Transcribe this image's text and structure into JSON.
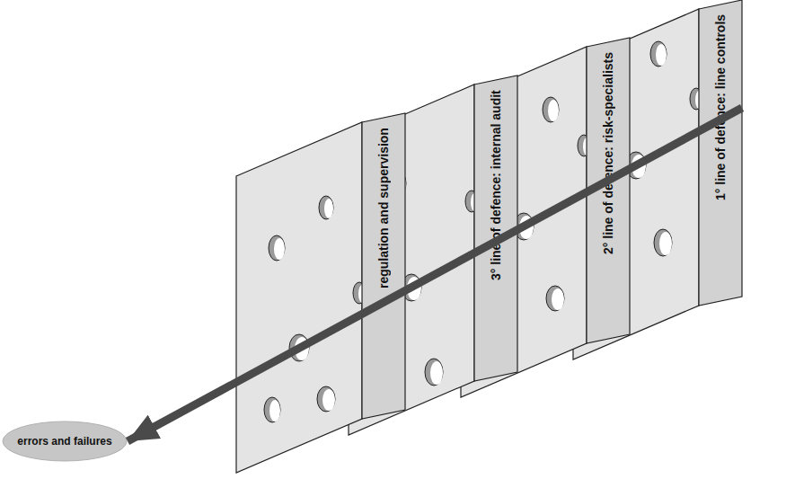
{
  "diagram": {
    "nodes": [
      {
        "text": [
          "regulation and supervision"
        ]
      },
      {
        "text": [
          "3° line of defence: internal audit"
        ]
      },
      {
        "text": [
          "2° line of defence: risk-specialists"
        ]
      },
      {
        "text": [
          "1° line of defence: line controls"
        ]
      },
      {
        "text": [
          "errors and failures"
        ]
      }
    ],
    "edges": [
      {
        "from": 3,
        "to": 4,
        "arrow": "to"
      }
    ]
  }
}
